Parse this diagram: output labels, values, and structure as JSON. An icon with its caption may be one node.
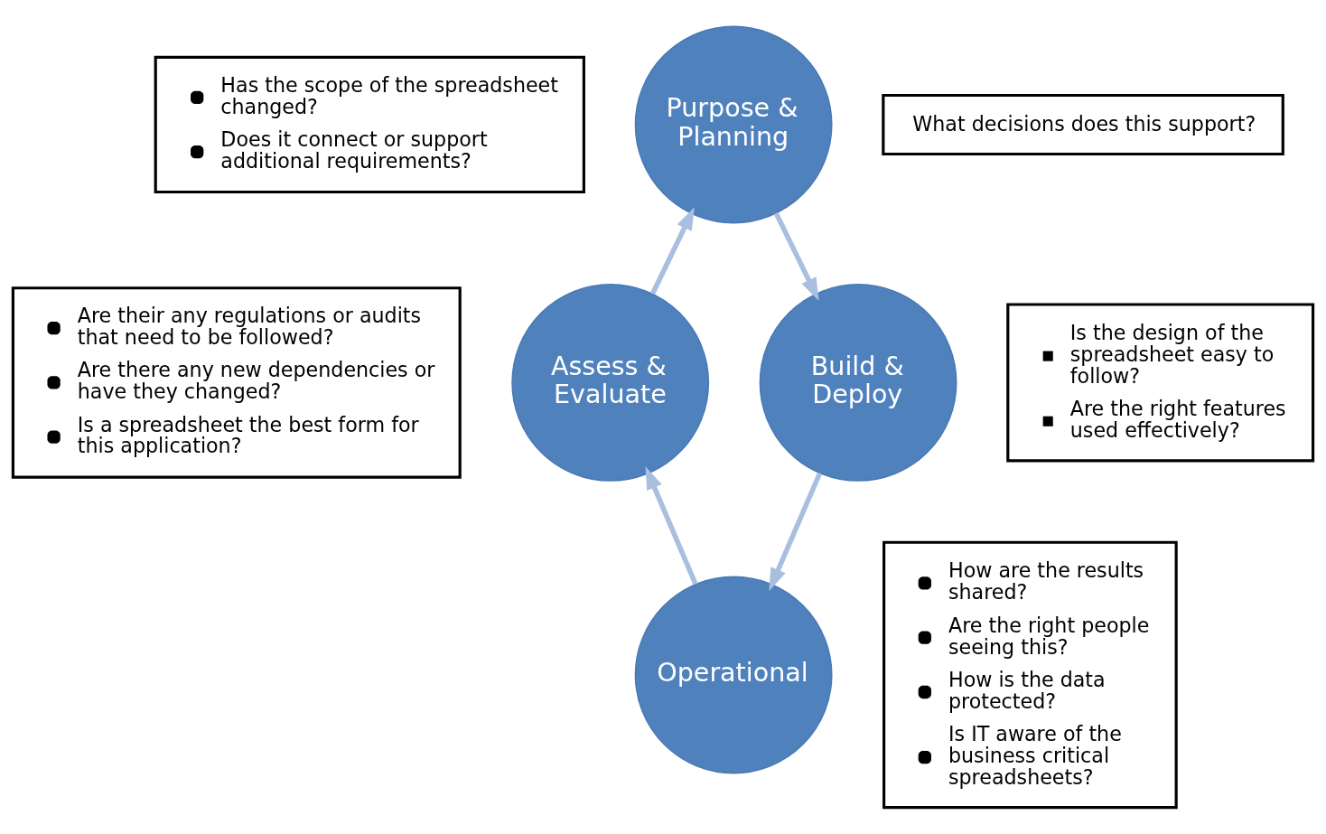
{
  "diagram": {
    "nodes": [
      {
        "text": [
          "Purpose & Planning"
        ]
      },
      {
        "text": [
          "What decisions does this support?"
        ]
      },
      {
        "text": [
          "Has the scope of the spreadsheet changed?",
          "Does it connect or support additional requirements?"
        ]
      },
      {
        "text": [
          "Build & Deploy"
        ]
      },
      {
        "text": [
          "Is the design of the spreadsheet easy to follow?",
          "Are the right features used effectively?"
        ]
      },
      {
        "text": [
          "Assess & Evaluate"
        ]
      },
      {
        "text": [
          "Are their any regulations or audits that need to be followed?",
          "Are there any new dependencies or have they changed?",
          "Is a spreadsheet the best form for this application?"
        ]
      },
      {
        "text": [
          "Operational"
        ]
      },
      {
        "text": [
          "How are the results shared?",
          "Are the right people seeing this?",
          "How is the data protected?",
          "Is IT aware of the business critical spreadsheets?"
        ]
      }
    ],
    "edges": [
      {
        "from": 0,
        "to": 3,
        "arrow": "to"
      },
      {
        "from": 3,
        "to": 7,
        "arrow": "to"
      },
      {
        "from": 7,
        "to": 5,
        "arrow": "to"
      },
      {
        "from": 5,
        "to": 0,
        "arrow": "to"
      }
    ]
  }
}
